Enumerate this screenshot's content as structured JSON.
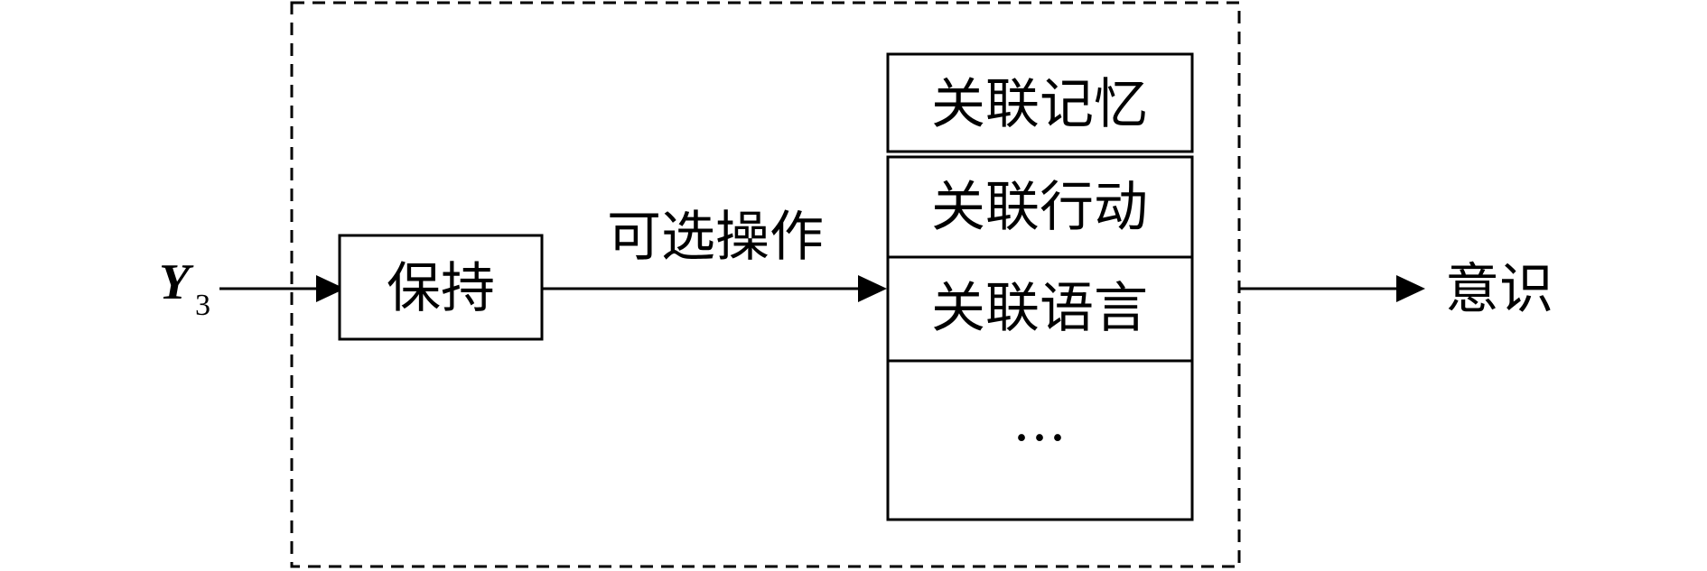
{
  "input": {
    "variable": "Y",
    "subscript": "3"
  },
  "hold_box": {
    "label": "保持"
  },
  "edge_label": "可选操作",
  "stack": {
    "items": [
      "关联记忆",
      "关联行动",
      "关联语言",
      "…"
    ]
  },
  "output": {
    "label": "意识"
  }
}
